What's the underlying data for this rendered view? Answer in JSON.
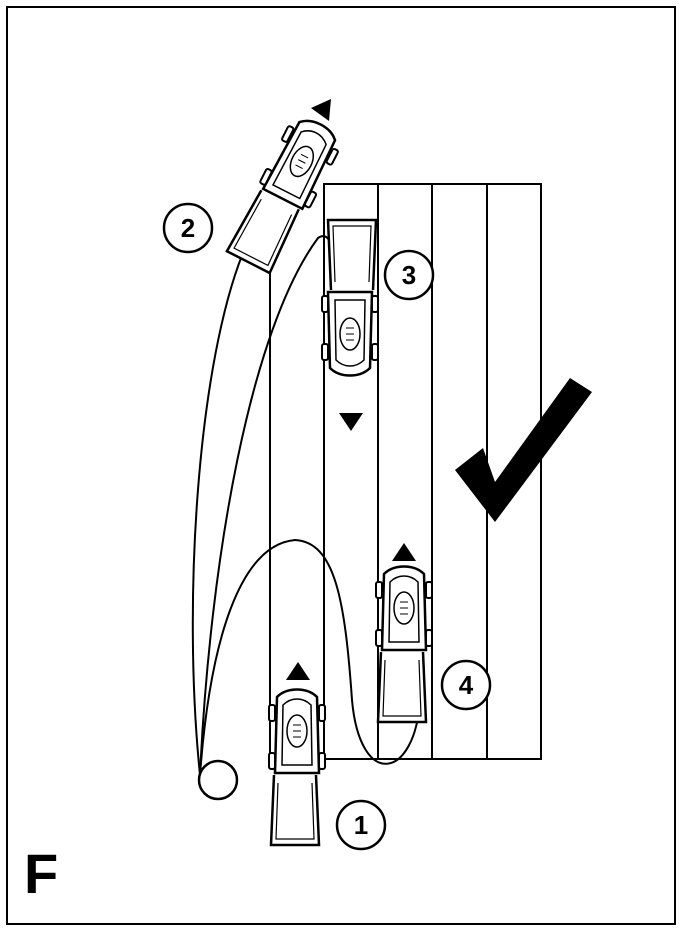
{
  "figure": {
    "panel_letter": "F",
    "step_labels": [
      "1",
      "2",
      "3",
      "4"
    ],
    "icons": {
      "mower": "lawn-mower-icon",
      "direction": "triangle-arrow-icon",
      "approval": "check-mark-icon",
      "pivot": "circle-turn-icon"
    },
    "colors": {
      "ink": "#000000",
      "paper": "#ffffff"
    }
  }
}
